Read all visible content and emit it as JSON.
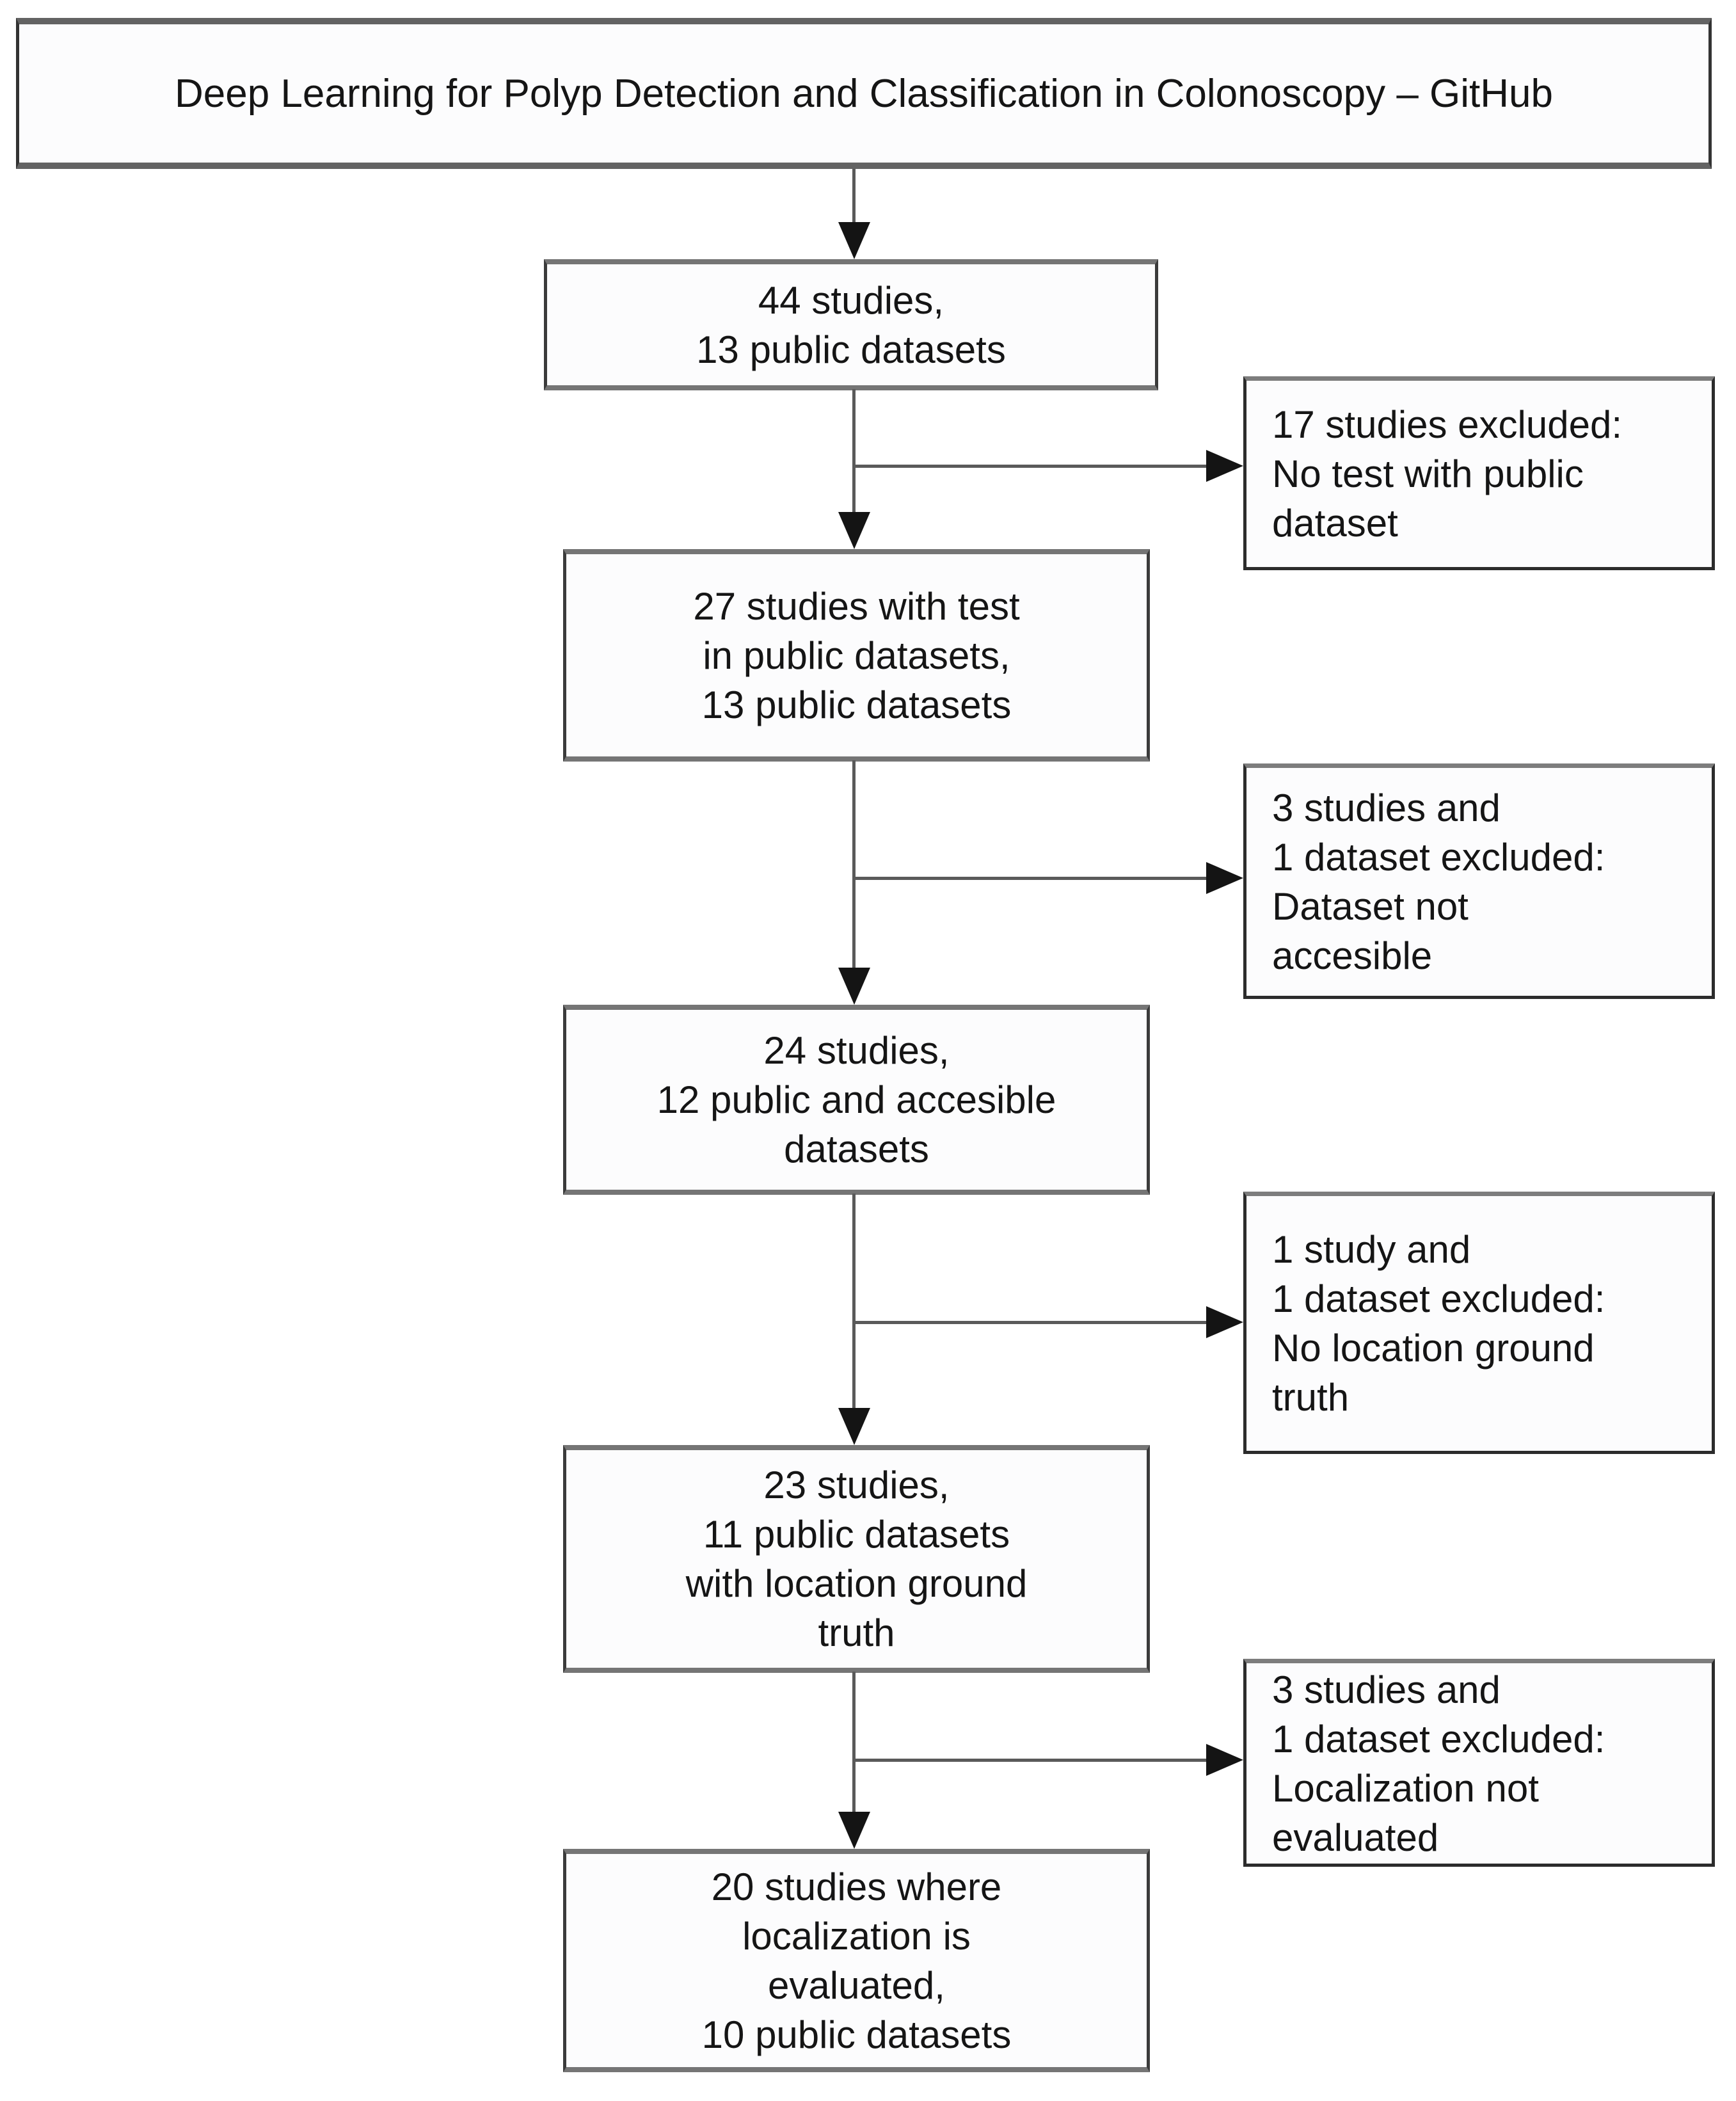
{
  "title_box": {
    "text": "Deep Learning for Polyp Detection and Classification in Colonoscopy – GitHub"
  },
  "flow_boxes": [
    {
      "name": "studies-44",
      "lines": [
        "44 studies,",
        "13 public datasets"
      ]
    },
    {
      "name": "studies-27",
      "lines": [
        "27 studies with test",
        "in public datasets,",
        "13 public datasets"
      ]
    },
    {
      "name": "studies-24",
      "lines": [
        "24 studies,",
        "12 public and accesible",
        "datasets"
      ]
    },
    {
      "name": "studies-23",
      "lines": [
        "23 studies,",
        "11 public datasets",
        "with location ground",
        "truth"
      ]
    },
    {
      "name": "studies-20",
      "lines": [
        "20 studies where",
        "localization is",
        "evaluated,",
        "10 public datasets"
      ]
    }
  ],
  "exclusion_boxes": [
    {
      "name": "excluded-17-studies",
      "lines": [
        "17 studies excluded:",
        "No test with public",
        "dataset"
      ]
    },
    {
      "name": "excluded-3-studies-data",
      "lines": [
        "3 studies and",
        "1 dataset excluded:",
        "Dataset not",
        "accesible"
      ]
    },
    {
      "name": "excluded-1-study",
      "lines": [
        "1 study and",
        "1 dataset excluded:",
        "No location ground",
        "truth"
      ]
    },
    {
      "name": "excluded-3-studies-local",
      "lines": [
        "3 studies and",
        "1 dataset excluded:",
        "Localization not",
        "evaluated"
      ]
    }
  ],
  "colors": {
    "background": "#ffffff",
    "box_background": "#fcfcfd",
    "border_dark": "#3b3b3b",
    "border_gray": "#757575",
    "connector_line": "#5a5a5a",
    "arrowhead": "#141414",
    "text": "#151515"
  }
}
